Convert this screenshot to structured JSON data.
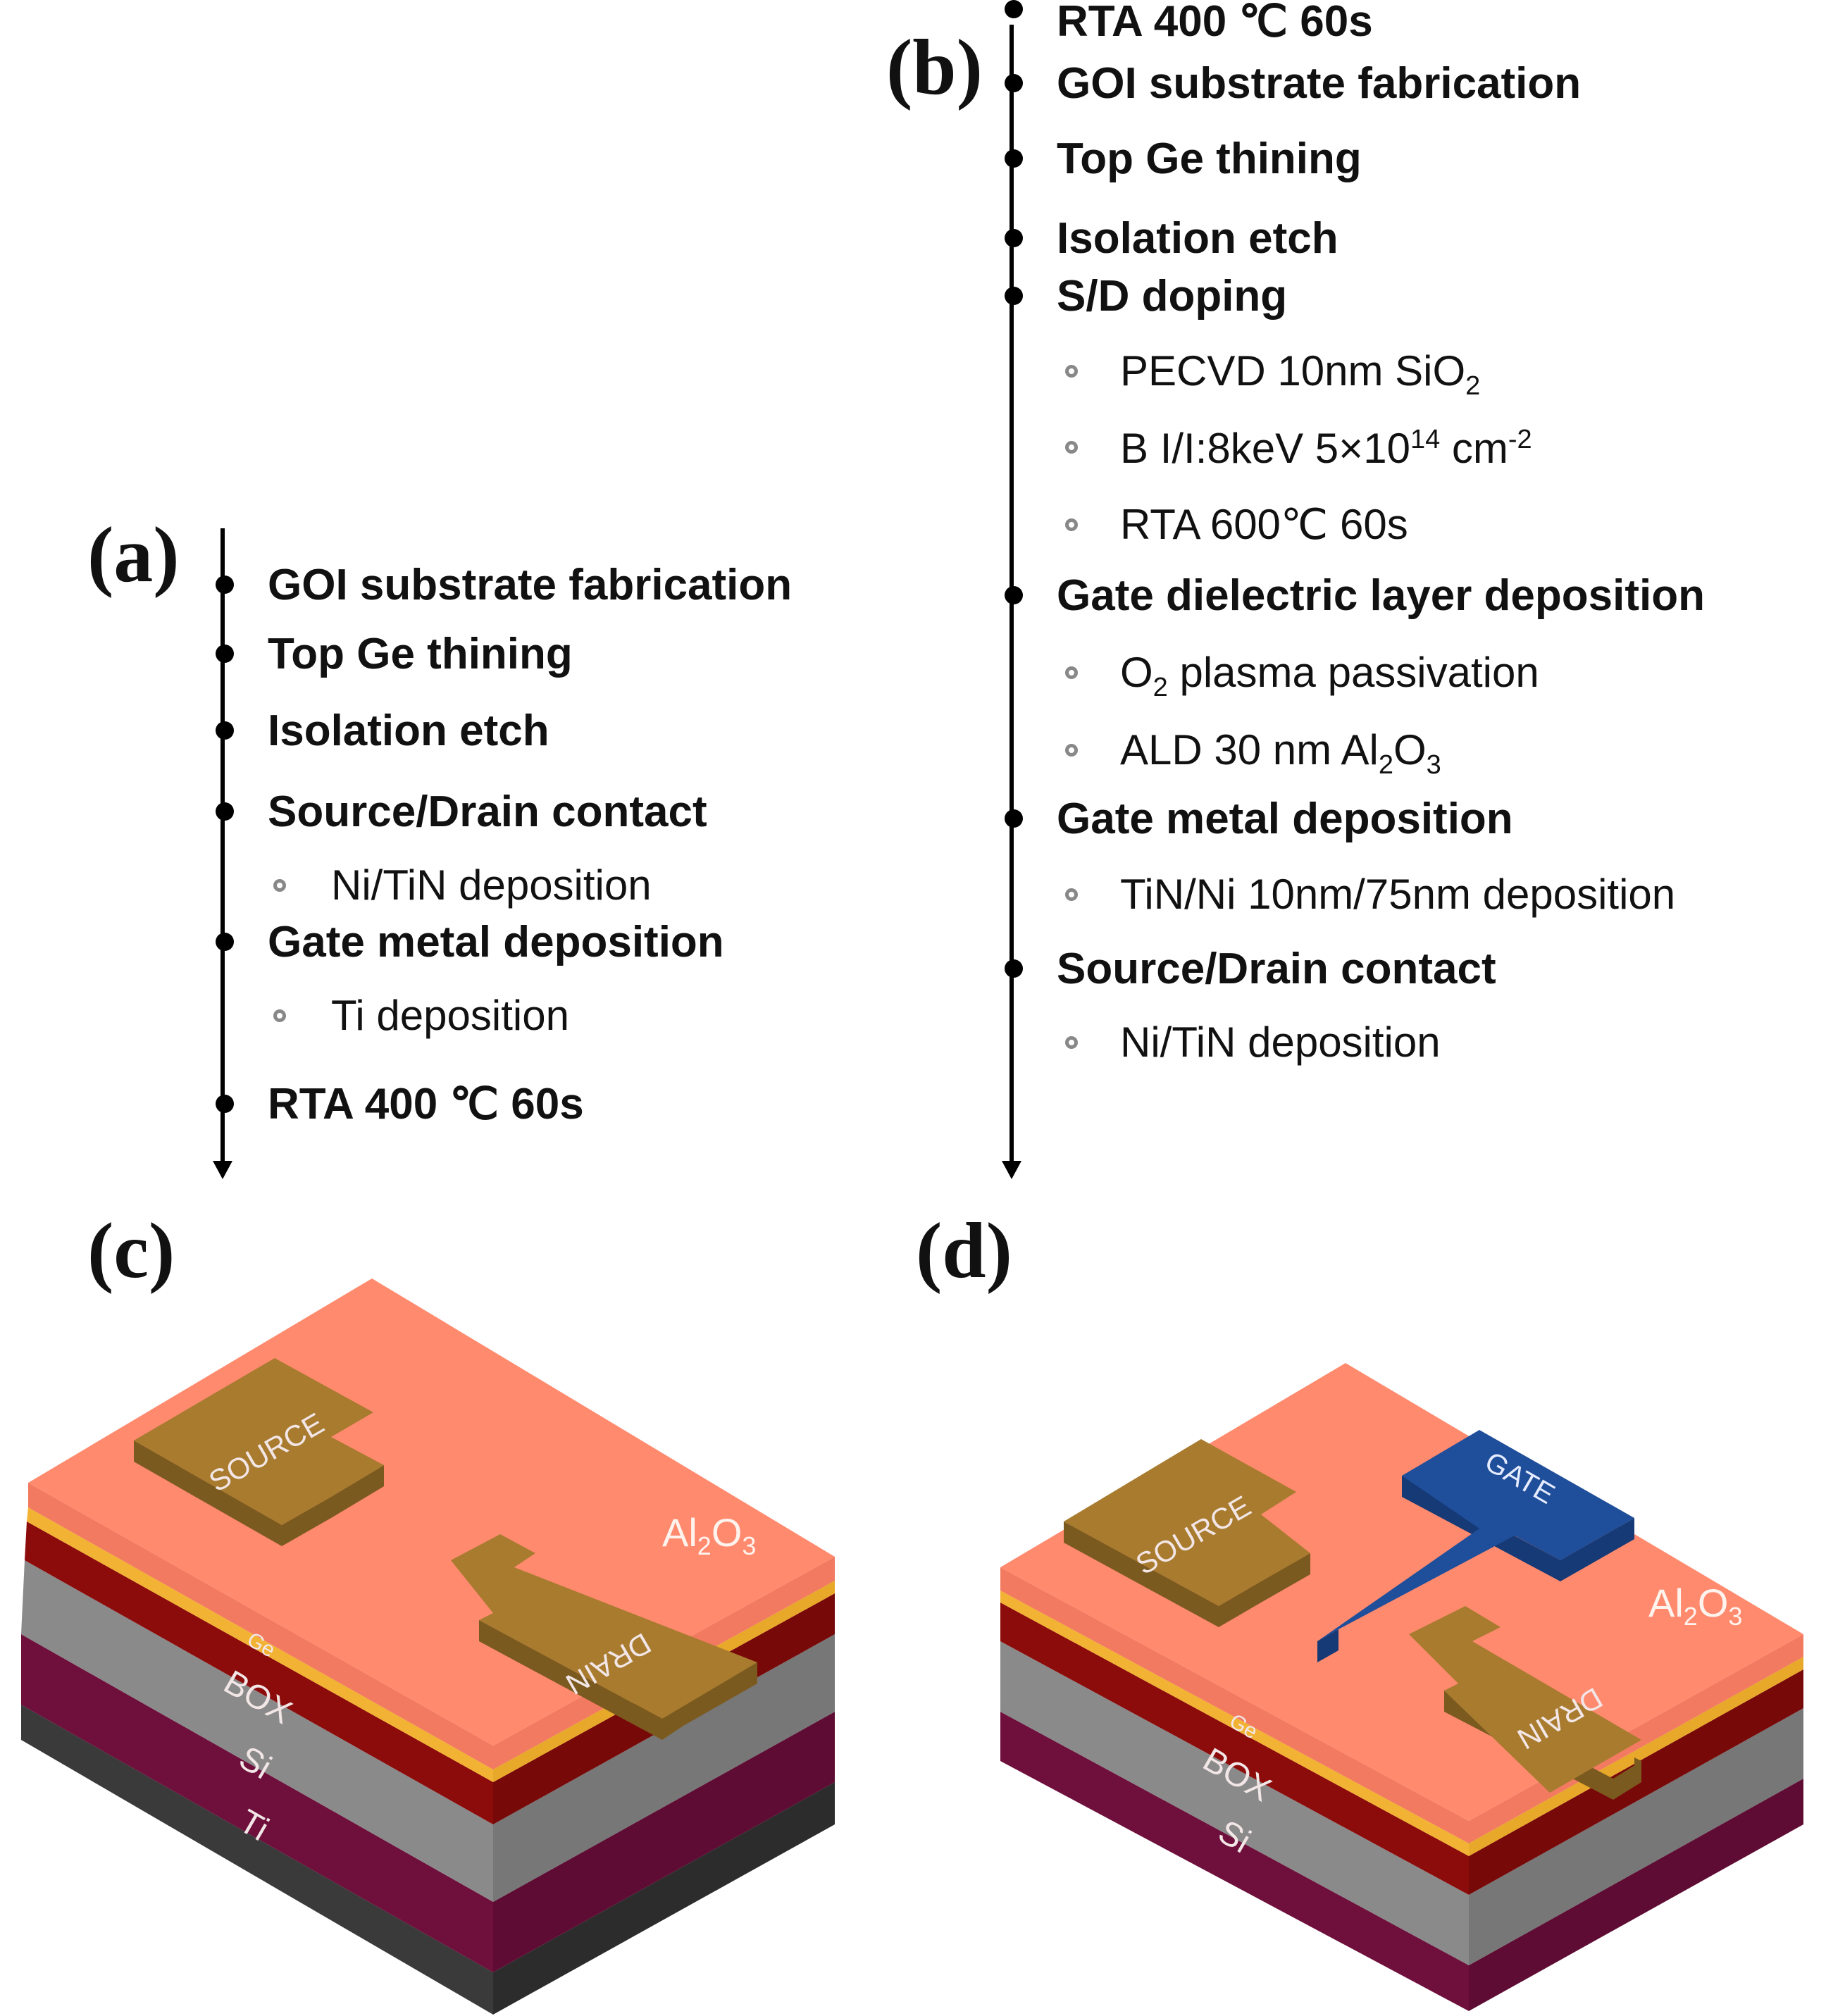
{
  "panels": {
    "a": {
      "label": "(a)",
      "steps": [
        {
          "title": "GOI substrate fabrication",
          "subs": []
        },
        {
          "title": "Top Ge thining",
          "subs": []
        },
        {
          "title": "Isolation etch",
          "subs": []
        },
        {
          "title": "Source/Drain contact",
          "subs": [
            {
              "html": "Ni/TiN deposition"
            }
          ]
        },
        {
          "title": "Gate metal deposition",
          "subs": [
            {
              "html": "Ti deposition"
            }
          ]
        },
        {
          "title": "RTA 400 ℃ 60s",
          "subs": []
        }
      ]
    },
    "b": {
      "label": "(b)",
      "steps": [
        {
          "title": "GOI substrate fabrication",
          "subs": []
        },
        {
          "title": "Top Ge thining",
          "subs": []
        },
        {
          "title": "Isolation etch",
          "subs": []
        },
        {
          "title": "S/D doping",
          "subs": [
            {
              "html": "PECVD 10nm SiO<sub>2</sub>"
            },
            {
              "html": "B I/I:8keV 5×10<sup>14</sup> cm<sup>-2</sup>"
            },
            {
              "html": "RTA 600℃ 60s"
            }
          ]
        },
        {
          "title": "Gate dielectric layer deposition",
          "subs": [
            {
              "html": "O<sub>2</sub> plasma passivation"
            },
            {
              "html": "ALD 30 nm Al<sub>2</sub>O<sub>3</sub>"
            }
          ]
        },
        {
          "title": "Gate metal deposition",
          "subs": [
            {
              "html": "TiN/Ni 10nm/75nm deposition"
            }
          ]
        },
        {
          "title": "Source/Drain contact",
          "subs": [
            {
              "html": "Ni/TiN deposition"
            }
          ]
        },
        {
          "title": "RTA 400 ℃ 60s",
          "subs": []
        }
      ]
    },
    "c": {
      "label": "(c)",
      "layers": [
        "Ge",
        "BOX",
        "Si",
        "Ti"
      ],
      "top_layer": "Al2O3",
      "pads": [
        "SOURCE",
        "DRAIN"
      ]
    },
    "d": {
      "label": "(d)",
      "layers": [
        "Ge",
        "BOX",
        "Si"
      ],
      "top_layer": "Al2O3",
      "pads": [
        "SOURCE",
        "GATE",
        "DRAIN"
      ]
    }
  },
  "colors": {
    "al2o3_top": "#ff8a6e",
    "al2o3_side_left": "#f27a60",
    "gold_layer": "#f2b233",
    "ge_layer": "#8c0b0b",
    "box_layer": "#8a8a8a",
    "si_layer": "#6e0f3c",
    "ti_layer": "#3a3a3a",
    "pad_gold": "#a87b2f",
    "gate_blue": "#1f4e9a",
    "label_white": "#f2e6e6"
  }
}
